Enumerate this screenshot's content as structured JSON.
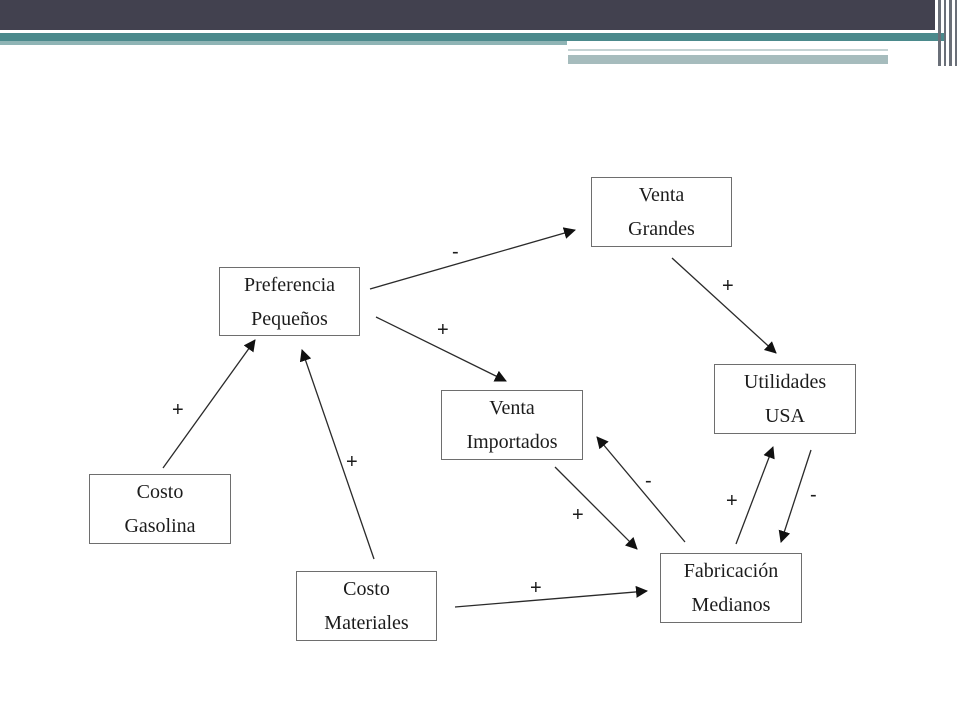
{
  "slide": {
    "colors": {
      "top_band": "#42414f",
      "accent": "#4b8a8c",
      "accent_light": "#a6bcbd"
    }
  },
  "diagram": {
    "type": "causal-loop",
    "nodes": [
      {
        "id": "venta-grandes",
        "lines": [
          "Venta",
          "Grandes"
        ]
      },
      {
        "id": "preferencia-pequenos",
        "lines": [
          "Preferencia",
          "Pequeños"
        ]
      },
      {
        "id": "utilidades-usa",
        "lines": [
          "Utilidades",
          "USA"
        ]
      },
      {
        "id": "venta-importados",
        "lines": [
          "Venta",
          "Importados"
        ]
      },
      {
        "id": "costo-gasolina",
        "lines": [
          "Costo",
          "Gasolina"
        ]
      },
      {
        "id": "costo-materiales",
        "lines": [
          "Costo",
          "Materiales"
        ]
      },
      {
        "id": "fabricacion-medianos",
        "lines": [
          "Fabricación",
          "Medianos"
        ]
      }
    ],
    "edges": [
      {
        "from": "preferencia-pequenos",
        "to": "venta-grandes",
        "sign": "-"
      },
      {
        "from": "preferencia-pequenos",
        "to": "venta-importados",
        "sign": "+"
      },
      {
        "from": "venta-grandes",
        "to": "utilidades-usa",
        "sign": "+"
      },
      {
        "from": "costo-gasolina",
        "to": "preferencia-pequenos",
        "sign": "+"
      },
      {
        "from": "costo-materiales",
        "to": "preferencia-pequenos",
        "sign": "+"
      },
      {
        "from": "costo-materiales",
        "to": "fabricacion-medianos",
        "sign": "+"
      },
      {
        "from": "venta-importados",
        "to": "fabricacion-medianos",
        "sign": "+"
      },
      {
        "from": "fabricacion-medianos",
        "to": "venta-importados",
        "sign": "-"
      },
      {
        "from": "fabricacion-medianos",
        "to": "utilidades-usa",
        "sign": "+"
      },
      {
        "from": "utilidades-usa",
        "to": "fabricacion-medianos",
        "sign": "-"
      }
    ]
  }
}
